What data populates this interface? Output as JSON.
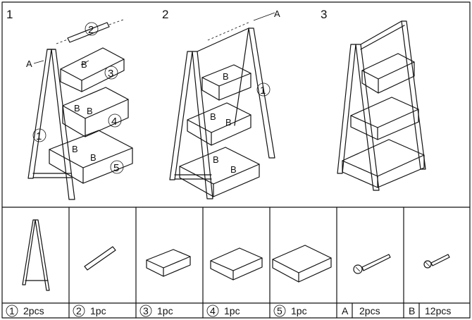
{
  "steps": [
    {
      "number": "1",
      "callouts": {
        "pin": "2",
        "frame": "1",
        "top_box": "3",
        "mid_box": "4",
        "bottom_box": "5",
        "bolt": "A",
        "screw": "B"
      }
    },
    {
      "number": "2",
      "callouts": {
        "frame": "1",
        "bolt": "A",
        "screw": "B"
      }
    },
    {
      "number": "3"
    }
  ],
  "parts": [
    {
      "id": "1",
      "icon": "a-frame-icon",
      "qty": "2pcs"
    },
    {
      "id": "2",
      "icon": "rod-icon",
      "qty": "1pc"
    },
    {
      "id": "3",
      "icon": "small-box-icon",
      "qty": "1pc"
    },
    {
      "id": "4",
      "icon": "medium-box-icon",
      "qty": "1pc"
    },
    {
      "id": "5",
      "icon": "large-box-icon",
      "qty": "1pc"
    },
    {
      "id": "A",
      "icon": "long-screw-icon",
      "qty": "2pcs"
    },
    {
      "id": "B",
      "icon": "short-screw-icon",
      "qty": "12pcs"
    }
  ]
}
